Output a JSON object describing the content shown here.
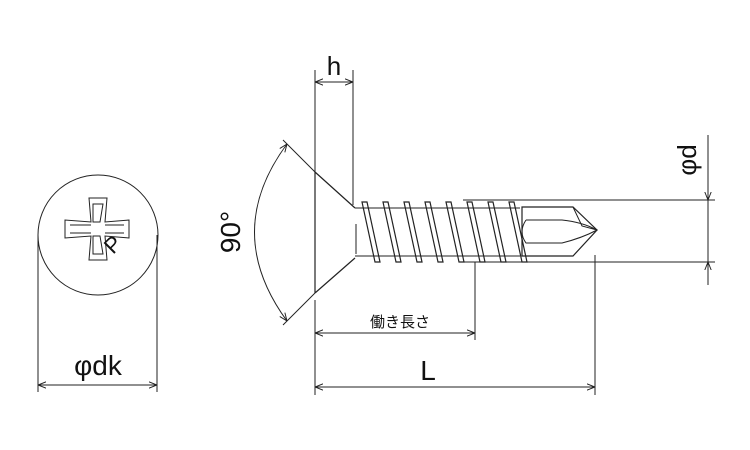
{
  "labels": {
    "head_height": "h",
    "angle": "90°",
    "shank_diameter": "φd",
    "head_diameter": "φdk",
    "effective_length": "働き長さ",
    "length": "L",
    "recess_mark": "P"
  },
  "colors": {
    "line": "#222222",
    "background": "#ffffff"
  }
}
